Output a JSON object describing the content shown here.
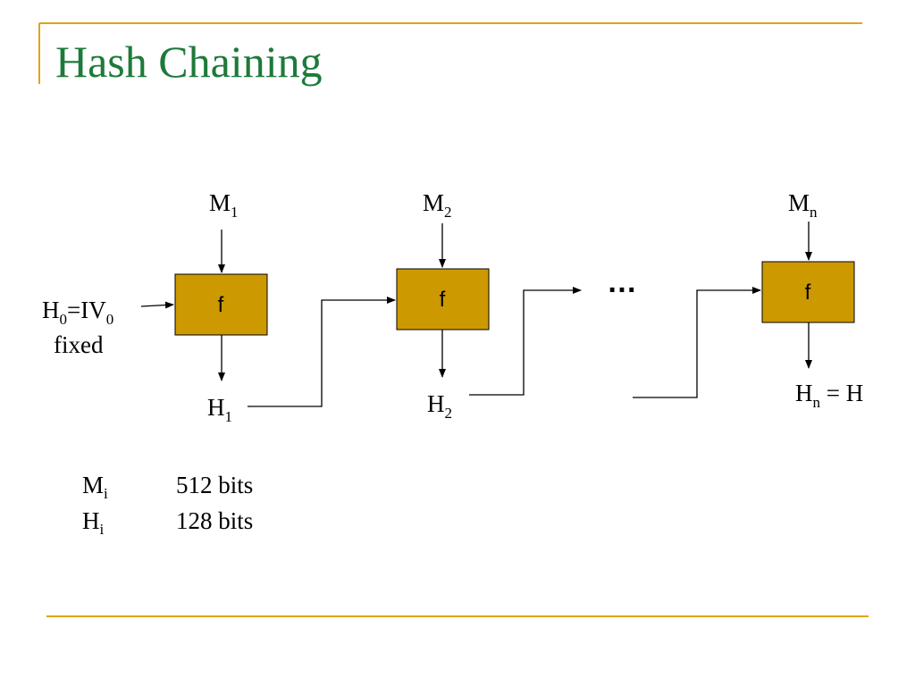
{
  "slide": {
    "title": "Hash Chaining",
    "accent_color": "#1e7a3a",
    "rule_color": "#e0a418",
    "box_fill": "#cc9900"
  },
  "diagram": {
    "blocks": [
      {
        "function_label": "f",
        "message": {
          "base": "M",
          "sub": "1"
        },
        "output": {
          "base": "H",
          "sub": "1"
        }
      },
      {
        "function_label": "f",
        "message": {
          "base": "M",
          "sub": "2"
        },
        "output": {
          "base": "H",
          "sub": "2"
        }
      },
      {
        "function_label": "f",
        "message": {
          "base": "M",
          "sub": "n"
        },
        "output": {
          "base": "H",
          "sub": "n",
          "suffix": " = H"
        }
      }
    ],
    "initial": {
      "h": "H",
      "h_sub": "0",
      "eq": "=IV",
      "iv_sub": "0",
      "note": "fixed"
    },
    "ellipsis": "…"
  },
  "sizes": [
    {
      "symbol": "M",
      "sub": "i",
      "value": "512 bits"
    },
    {
      "symbol": "H",
      "sub": "i",
      "value": "128 bits"
    }
  ]
}
